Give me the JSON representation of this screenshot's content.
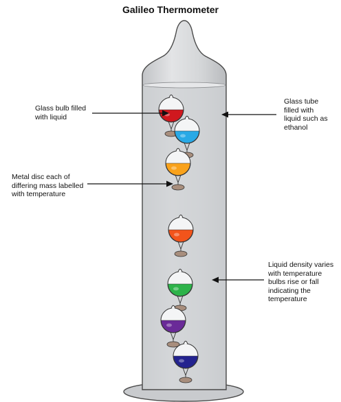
{
  "title": "Galileo Thermometer",
  "labels": {
    "glass_bulb": [
      "Glass bulb filled",
      "with liquid"
    ],
    "metal_disc": [
      "Metal disc each of",
      "differing mass labelled",
      "with temperature"
    ],
    "glass_tube": [
      "Glass tube",
      "filled with",
      "liquid such as",
      "ethanol"
    ],
    "liquid_density": [
      "Liquid density varies",
      "with temperature",
      "bulbs rise or fall",
      "indicating the",
      "temperature"
    ]
  },
  "bulbs": [
    {
      "name": "red-bulb",
      "color": "#d0181e"
    },
    {
      "name": "blue-bulb",
      "color": "#29a9e6"
    },
    {
      "name": "orange-bulb",
      "color": "#f9a21b"
    },
    {
      "name": "red-orange-bulb",
      "color": "#f2541b"
    },
    {
      "name": "green-bulb",
      "color": "#2db34a"
    },
    {
      "name": "purple-bulb",
      "color": "#6a2a98"
    },
    {
      "name": "navy-bulb",
      "color": "#23238f"
    }
  ],
  "colors": {
    "tube_fill": "#d8d9db",
    "liquid_fill": "#cdcfd2",
    "tube_stroke": "#4a4a4a",
    "disc_fill": "#a88e7d"
  }
}
